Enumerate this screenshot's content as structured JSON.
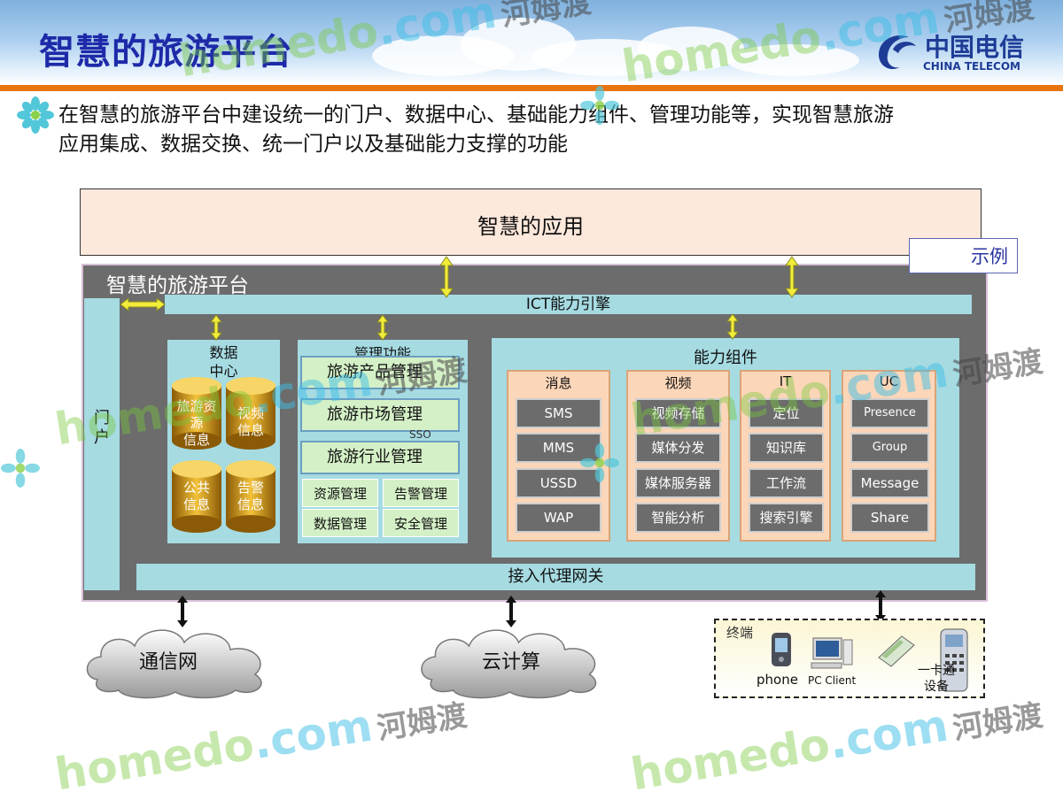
{
  "header": {
    "title": "智慧的旅游平台",
    "logo_cn": "中国电信",
    "logo_en": "CHINA TELECOM"
  },
  "intro": {
    "line1": "在智慧的旅游平台中建设统一的门户、数据中心、基础能力组件、管理功能等，实现智慧旅游",
    "line2": "应用集成、数据交换、统一门户以及基础能力支撑的功能"
  },
  "diagram": {
    "app_layer": "智慧的应用",
    "sample_tag": "示例",
    "platform_label": "智慧的旅游平台",
    "ict_engine": "ICT能力引擎",
    "portal": "门户",
    "gateway": "接入代理网关",
    "data_center": {
      "title_line1": "数据",
      "title_line2": "中心",
      "items": [
        {
          "line1": "旅游资源",
          "line2": "信息"
        },
        {
          "line1": "视频",
          "line2": "信息"
        },
        {
          "line1": "公共",
          "line2": "信息"
        },
        {
          "line1": "告警",
          "line2": "信息"
        }
      ]
    },
    "management": {
      "title": "管理功能",
      "wide_items": [
        "旅游产品管理",
        "旅游市场管理",
        "旅游行业管理"
      ],
      "sso": "SSO",
      "small_items": [
        "资源管理",
        "告警管理",
        "数据管理",
        "安全管理"
      ]
    },
    "capability": {
      "title": "能力组件",
      "columns": [
        {
          "title": "消息",
          "items": [
            "SMS",
            "MMS",
            "USSD",
            "WAP"
          ]
        },
        {
          "title": "视频",
          "items": [
            "视频存储",
            "媒体分发",
            "媒体服务器",
            "智能分析"
          ]
        },
        {
          "title": "IT",
          "items": [
            "定位",
            "知识库",
            "工作流",
            "搜索引擎"
          ]
        },
        {
          "title": "UC",
          "items": [
            "Presence",
            "Group",
            "Message",
            "Share"
          ]
        }
      ]
    },
    "networks": [
      "通信网",
      "云计算"
    ],
    "terminal": {
      "title": "终端",
      "phone": "phone",
      "pc": "PC Client",
      "card_line1": "一卡通",
      "card_line2": "设备"
    }
  },
  "watermark": {
    "latin": "homedo",
    "dot": ".com",
    "cn": "河姆渡"
  },
  "colors": {
    "title_blue": "#1d2aa8",
    "orange_bar": "#e8740f",
    "platform_gray": "#6c6c6c",
    "cyan_panel": "#a6dbe2",
    "peach": "#fcd6b8",
    "mint": "#d4f0c6",
    "arrow_yellow": "#f2ec3a"
  }
}
